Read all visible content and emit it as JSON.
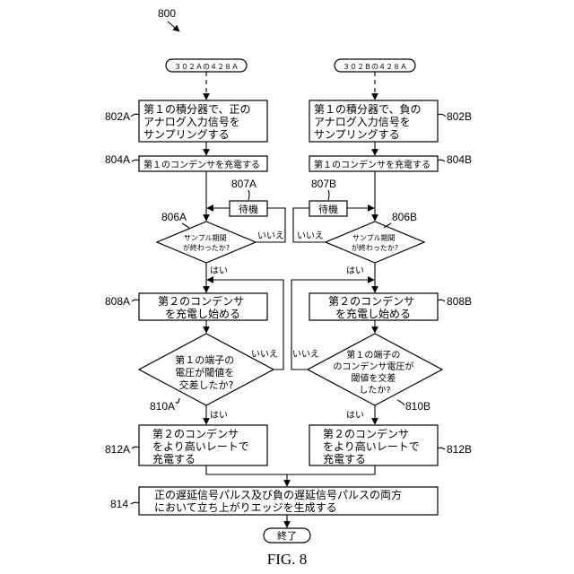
{
  "figure_number": "800",
  "caption": "FIG. 8",
  "start_left": "３０２Ａの４２８Ａ",
  "start_right": "３０２Ｂの４２８Ａ",
  "left": {
    "step802": [
      "第１の積分器で、正の",
      "アナログ入力信号を",
      "サンプリングする"
    ],
    "ref802": "802A",
    "step804": "第１のコンデンサを充電する",
    "ref804": "804A",
    "ref807": "807A",
    "wait": "待機",
    "ref806": "806A",
    "decision806": [
      "サンプル期間",
      "が終わったか?"
    ],
    "no806": "いいえ",
    "yes806": "はい",
    "step808": [
      "第２のコンデンサ",
      "を充電し始める"
    ],
    "ref808": "808A",
    "decision810": [
      "第１の端子の",
      "電圧が閾値を",
      "交差したか?"
    ],
    "ref810": "810A",
    "no810": "いいえ",
    "yes810": "はい",
    "step812": [
      "第２のコンデンサ",
      "をより高いレートで",
      "充電する"
    ],
    "ref812": "812A"
  },
  "right": {
    "step802": [
      "第１の積分器で、負の",
      "アナログ入力信号を",
      "サンプリングする"
    ],
    "ref802": "802B",
    "step804": "第１のコンデンサを充電する",
    "ref804": "804B",
    "ref807": "807B",
    "wait": "待機",
    "ref806": "806B",
    "decision806": [
      "サンプル期間",
      "が終わったか?"
    ],
    "no806": "いいえ",
    "yes806": "はい",
    "step808": [
      "第２のコンデンサ",
      "を充電し始める"
    ],
    "ref808": "808B",
    "decision810": [
      "第１の端子の",
      "のコンデンサ電圧が",
      "閾値を交差",
      "したか?"
    ],
    "ref810": "810B",
    "no810": "いいえ",
    "yes810": "はい",
    "step812": [
      "第２のコンデンサ",
      "をより高いレートで",
      "充電する"
    ],
    "ref812": "812B"
  },
  "step814": [
    "正の遅延信号パルス及び負の遅延信号パルスの両方",
    "において立ち上がりエッジを生成する"
  ],
  "ref814": "814",
  "end": "終了"
}
